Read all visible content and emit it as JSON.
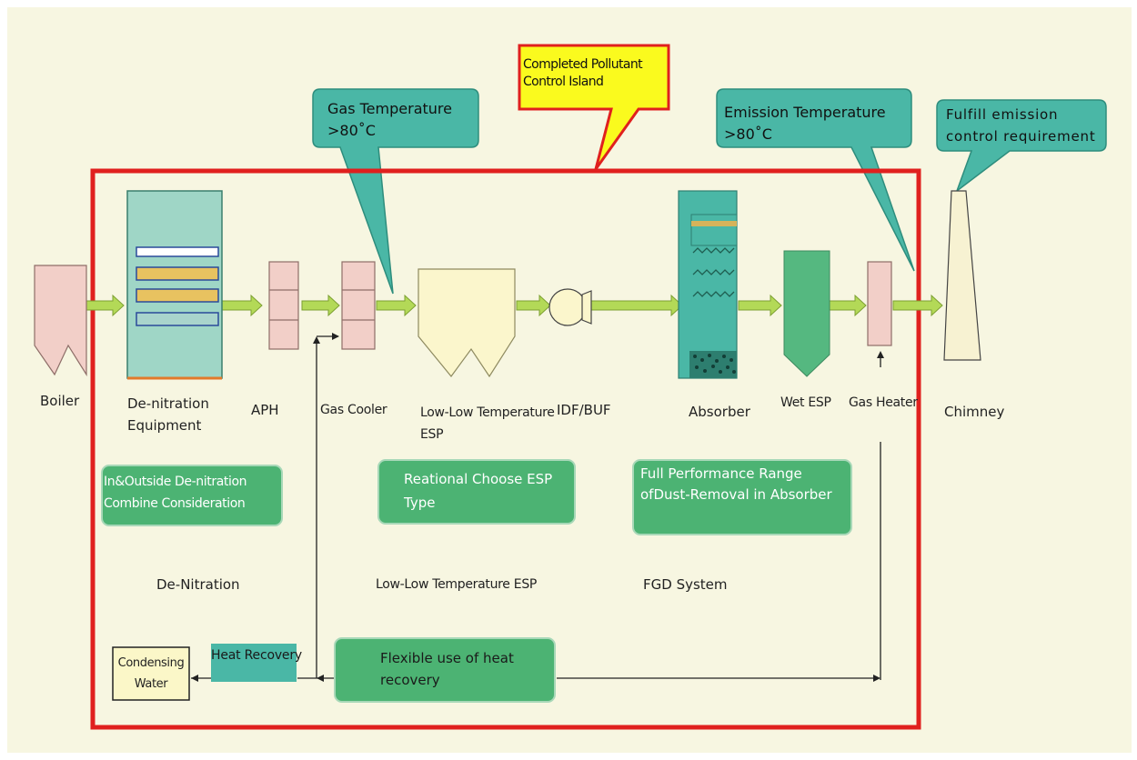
{
  "callouts": {
    "pollutant_island": "Completed Pollutant Control Island",
    "gas_temp": "Gas Temperature >80˚C",
    "emission_temp": "Emission Temperature >80˚C",
    "fulfill": "Fulfill emission control requirement"
  },
  "equipment": {
    "boiler": "Boiler",
    "denitration": "De-nitration Equipment",
    "aph": "APH",
    "gas_cooler": "Gas Cooler",
    "low_low_esp": "Low-Low Temperature ESP",
    "idf_buf": "IDF/BUF",
    "absorber": "Absorber",
    "wet_esp": "Wet ESP",
    "gas_heater": "Gas Heater",
    "chimney": "Chimney"
  },
  "features": {
    "denitration_box": "In&Outside De-nitration Combine Consideration",
    "esp_box": "Reational Choose ESP Type",
    "absorber_box": "Full Performance Range ofDust-Removal in Absorber"
  },
  "systems": {
    "denitration": "De-Nitration",
    "esp": "Low-Low Temperature ESP",
    "fgd": "FGD System"
  },
  "bottom": {
    "condensing": "Condensing Water",
    "heat_recovery": "Heat Recovery",
    "flexible": "Flexible use of heat recovery"
  },
  "colors": {
    "background": "#f7f6e1",
    "frame": "#e0201e",
    "teal": "#4ab7a6",
    "green_box": "#4cb373",
    "arrow": "#b3d957",
    "pink": "#f2cfc8",
    "yellow_callout": "#fafa1e",
    "esp_fill": "#fbf6cc",
    "wet_esp": "#55b880"
  }
}
